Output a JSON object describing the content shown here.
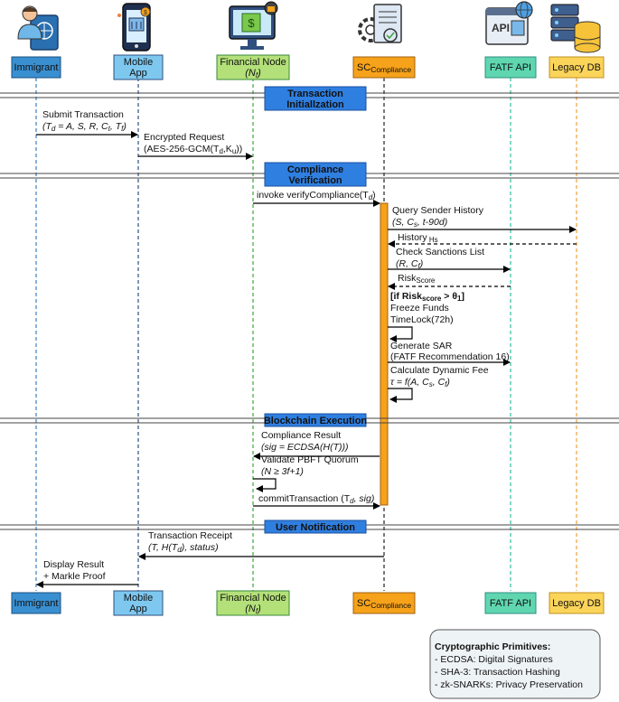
{
  "participants": [
    {
      "label": "Immigrant",
      "sub": "",
      "fill": "#3a8fd0",
      "line": "#3a7fc0"
    },
    {
      "label": "Mobile",
      "sub": "App",
      "fill": "#7ec8f0",
      "line": "#2f4f7f"
    },
    {
      "label": "Financial Node",
      "sub": "(N",
      "sub_sub": "f",
      "sub_tail": ")",
      "fill": "#b4e07a",
      "line": "#3aaa3a"
    },
    {
      "label": "SC",
      "label_sub": "Compliance",
      "fill": "#f6a21a",
      "line": "#222222"
    },
    {
      "label": "FATF API",
      "fill": "#5fd6b0",
      "line": "#2fbf9f"
    },
    {
      "label": "Legacy DB",
      "fill": "#fbd45a",
      "line": "#f0a040"
    }
  ],
  "sections": [
    {
      "line1": "Transaction",
      "line2": "Initiallzation"
    },
    {
      "line1": "Compliance",
      "line2": "Verification"
    },
    {
      "line1": "Blockchain Execution",
      "line2": ""
    },
    {
      "line1": "User Notification",
      "line2": ""
    }
  ],
  "messages": {
    "m1": {
      "l1": "Submit Transaction",
      "l2": "(T"
    },
    "m2": {
      "l1": "Encrypted Request",
      "l2": "(AES-256-GCM(T"
    },
    "m3": {
      "l1": "invoke verifyCompliance(T"
    },
    "m4": {
      "l1": "Query Sender History",
      "l2": "(S, C"
    },
    "m5": {
      "l1": "History"
    },
    "m6": {
      "l1": "Check Sanctions List",
      "l2": "(R, C"
    },
    "m7": {
      "l1": "Risk"
    },
    "m8": {
      "l1": "[if Risk",
      "l2": "Freeze Funds",
      "l3": "TimeLock(72h)"
    },
    "m9": {
      "l1": "Generate SAR",
      "l2": "(FATF Recommendation 16)"
    },
    "m10": {
      "l1": "Calculate Dynamic Fee",
      "l2": "τ = f(A, C"
    },
    "m11": {
      "l1": "Compliance Result",
      "l2": "(sig = ECDSA(H(T)))"
    },
    "m12": {
      "l1": "Validate PBFT Quorum",
      "l2": "(N ≥ 3f+1)"
    },
    "m13": {
      "l1": "commitTransaction (T"
    },
    "m14": {
      "l1": "Transaction Receipt",
      "l2": "(T, H(T"
    },
    "m15": {
      "l1": "Display Result",
      "l2": "+ Markle Proof"
    }
  },
  "legend": {
    "title": "Cryptographic Primitives:",
    "items": [
      "- ECDSA: Digital Signatures",
      "- SHA-3: Transaction Hashing",
      "- zk-SNARKs: Privacy Preservation"
    ]
  },
  "colors": {
    "section_fill": "#2f7fe0",
    "activation": "#f6a21a",
    "legend_fill": "#eef3f5"
  }
}
